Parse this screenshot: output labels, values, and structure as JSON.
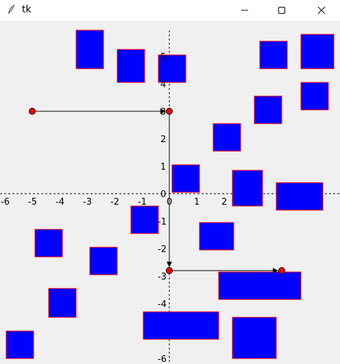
{
  "window": {
    "title": "tk",
    "icons": {
      "app": "feather-icon",
      "minimize": "minimize-icon",
      "maximize": "maximize-icon",
      "close": "close-icon"
    }
  },
  "plot": {
    "x_ticks": [
      {
        "value": -6,
        "label": "-6"
      },
      {
        "value": -5,
        "label": "-5"
      },
      {
        "value": -4,
        "label": "-4"
      },
      {
        "value": -3,
        "label": "-3"
      },
      {
        "value": -2,
        "label": "-2"
      },
      {
        "value": -1,
        "label": "-1"
      },
      {
        "value": 0,
        "label": "0"
      },
      {
        "value": 1,
        "label": "1"
      },
      {
        "value": 2,
        "label": "2"
      }
    ],
    "y_ticks": [
      {
        "value": 5,
        "label": "5"
      },
      {
        "value": 4,
        "label": "4"
      },
      {
        "value": 3,
        "label": "3"
      },
      {
        "value": 2,
        "label": "2"
      },
      {
        "value": 1,
        "label": "1"
      },
      {
        "value": 0,
        "label": "0"
      },
      {
        "value": -1,
        "label": "-1"
      },
      {
        "value": -2,
        "label": "-2"
      },
      {
        "value": -3,
        "label": "-3"
      },
      {
        "value": -4,
        "label": "-4"
      },
      {
        "value": -6,
        "label": "-6"
      }
    ],
    "rect_fill": "#0000ff",
    "rect_outline": "#ff0000",
    "point_fill": "#ff0000",
    "rects": [
      {
        "x1": -3.4,
        "y1": 5.95,
        "x2": -2.4,
        "y2": 4.55
      },
      {
        "x1": -1.9,
        "y1": 5.25,
        "x2": -0.9,
        "y2": 4.05
      },
      {
        "x1": -0.4,
        "y1": 5.05,
        "x2": 0.6,
        "y2": 4.05
      },
      {
        "x1": 3.3,
        "y1": 5.55,
        "x2": 4.3,
        "y2": 4.55
      },
      {
        "x1": 4.8,
        "y1": 5.8,
        "x2": 6.0,
        "y2": 4.55
      },
      {
        "x1": 4.8,
        "y1": 4.05,
        "x2": 5.8,
        "y2": 3.05
      },
      {
        "x1": 3.1,
        "y1": 3.55,
        "x2": 4.1,
        "y2": 2.55
      },
      {
        "x1": 1.6,
        "y1": 2.55,
        "x2": 2.6,
        "y2": 1.55
      },
      {
        "x1": 0.1,
        "y1": 1.05,
        "x2": 1.1,
        "y2": 0.05
      },
      {
        "x1": 2.3,
        "y1": 0.85,
        "x2": 3.4,
        "y2": -0.45
      },
      {
        "x1": 3.9,
        "y1": 0.4,
        "x2": 5.6,
        "y2": -0.6
      },
      {
        "x1": -1.4,
        "y1": -0.45,
        "x2": -0.4,
        "y2": -1.45
      },
      {
        "x1": 1.1,
        "y1": -1.05,
        "x2": 2.35,
        "y2": -2.05
      },
      {
        "x1": -4.9,
        "y1": -1.3,
        "x2": -3.9,
        "y2": -2.3
      },
      {
        "x1": -2.9,
        "y1": -1.95,
        "x2": -1.9,
        "y2": -2.95
      },
      {
        "x1": 1.8,
        "y1": -2.85,
        "x2": 4.8,
        "y2": -3.85
      },
      {
        "x1": -4.4,
        "y1": -3.45,
        "x2": -3.4,
        "y2": -4.5
      },
      {
        "x1": -0.95,
        "y1": -4.3,
        "x2": 1.8,
        "y2": -5.3
      },
      {
        "x1": 2.3,
        "y1": -4.5,
        "x2": 3.9,
        "y2": -6.0
      },
      {
        "x1": -5.95,
        "y1": -5.0,
        "x2": -4.95,
        "y2": -6.0
      }
    ],
    "path_points": [
      {
        "x": -5.0,
        "y": 3.0
      },
      {
        "x": 0.0,
        "y": 3.0
      },
      {
        "x": 0.0,
        "y": -2.8
      },
      {
        "x": 4.1,
        "y": -2.8
      }
    ]
  }
}
